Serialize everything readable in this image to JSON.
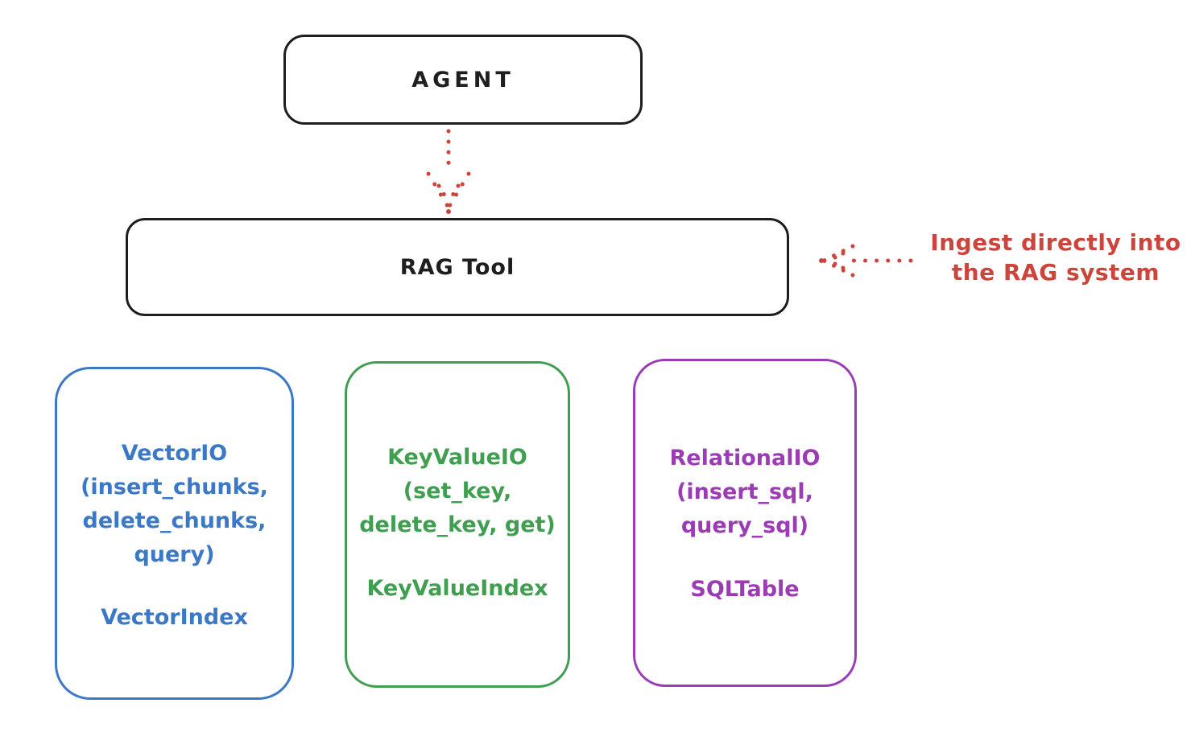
{
  "diagram": {
    "background": "#ffffff",
    "stroke_color": "#1e1e1e",
    "accent_red": "#cc453c"
  },
  "nodes": {
    "agent": {
      "label": "AGENT"
    },
    "rag_tool": {
      "label": "RAG Tool"
    }
  },
  "annotation": {
    "text": "Ingest directly into\nthe RAG system",
    "color": "#cc453c"
  },
  "arrows": [
    {
      "name": "agent-to-rag-tool-arrow",
      "style": "dotted",
      "direction": "down",
      "color": "#cc453c"
    },
    {
      "name": "ingest-arrow",
      "style": "dotted",
      "direction": "left",
      "color": "#cc453c"
    }
  ],
  "backends": [
    {
      "io_text": "VectorIO\n(insert_chunks,\ndelete_chunks,\nquery)",
      "index_label": "VectorIndex",
      "color": "#3b78c5"
    },
    {
      "io_text": "KeyValueIO\n(set_key,\ndelete_key, get)",
      "index_label": "KeyValueIndex",
      "color": "#3f9e4f"
    },
    {
      "io_text": "RelationalIO\n(insert_sql,\nquery_sql)",
      "index_label": "SQLTable",
      "color": "#9c3cb4"
    }
  ]
}
